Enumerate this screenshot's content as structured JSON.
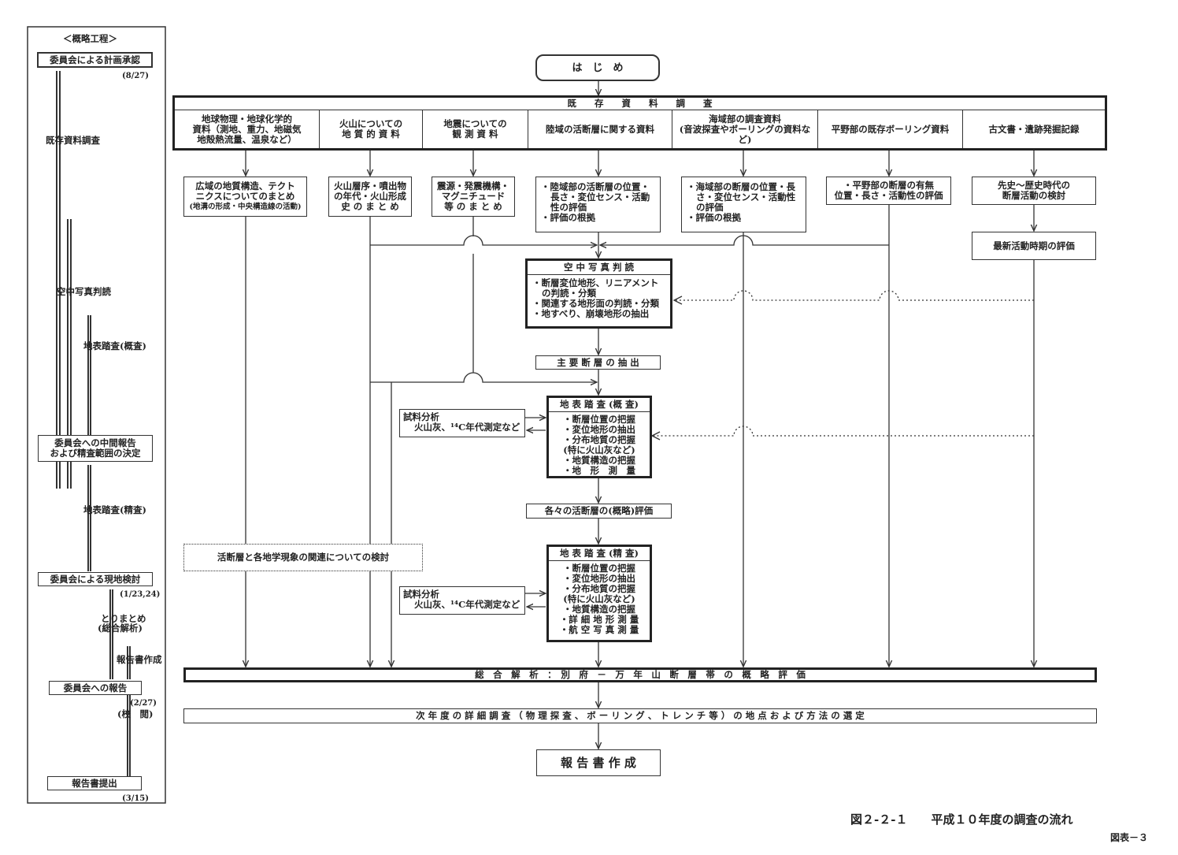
{
  "schedule": {
    "title": "＜概略工程＞",
    "approval": "委員会による計画承認",
    "approval_date": "(8/27)",
    "existing": "既存資料調査",
    "aerial": "空中写真判読",
    "survey_rough": "地表踏査(概査)",
    "interim_line1": "委員会への中間報告",
    "interim_line2": "および精査範囲の決定",
    "survey_detail": "地表踏査(精査)",
    "site_review": "委員会による現地検討",
    "site_review_date": "(1/23,24)",
    "summary_line1": "とりまとめ",
    "summary_line2": "(総合解析)",
    "report_writing": "報告書作成",
    "report_to_committee": "委員会への報告",
    "report_date": "(2/27)",
    "proofread": "(校　閲)",
    "submit": "報告書提出",
    "submit_date": "(3/15)"
  },
  "flow": {
    "start": "は　じ　め",
    "existing_header": "既　　存　　資　　料　　調　　査",
    "columns": [
      {
        "l1": "地球物理・地球化学的",
        "l2": "資料（測地、重力、地磁気",
        "l3": "地殻熱流量、温泉など）"
      },
      {
        "l1": "火山についての",
        "l2": "地 質 的 資 料"
      },
      {
        "l1": "地震についての",
        "l2": "観 測 資 料"
      },
      {
        "l1": "陸域の活断層に関する資料"
      },
      {
        "l1": "海域部の調査資料",
        "l2": "(音波探査やボーリングの資料など)"
      },
      {
        "l1": "平野部の既存ボーリング資料"
      },
      {
        "l1": "古文書・遺跡発掘記録"
      }
    ],
    "sub": {
      "regional_l1": "広域の地質構造、テクト",
      "regional_l2": "ニクスについてのまとめ",
      "regional_l3": "(地溝の形成・中央構造線の活動)",
      "volcano_l1": "火山層序・噴出物",
      "volcano_l2": "の年代・火山形成",
      "volcano_l3": "史 の ま と め",
      "quake_l1": "震源・発震機構・",
      "quake_l2": "マグニチュード",
      "quake_l3": "等 の ま と め",
      "land_l1": "・陸域部の活断層の位置・",
      "land_l2": "長さ・変位センス・活動",
      "land_l3": "性の評価",
      "land_l4": "・評価の根拠",
      "sea_l1": "・海域部の断層の位置・長",
      "sea_l2": "さ・変位センス・活動性",
      "sea_l3": "の評価",
      "sea_l4": "・評価の根拠",
      "plain_l1": "・平野部の断層の有無",
      "plain_l2": "位置・長さ・活動性の評価",
      "history_l1": "先史～歴史時代の",
      "history_l2": "断層活動の検討",
      "latest": "最新活動時期の評価"
    },
    "aerial": {
      "title": "空 中 写 真 判 読",
      "l1": "・断層変位地形、リニアメント",
      "l2": "の判読・分類",
      "l3": "・関連する地形面の判読・分類",
      "l4": "・地すべり、崩壊地形の抽出"
    },
    "main_faults": "主 要 断 層 の 抽 出",
    "rough": {
      "title": "地 表 踏 査 (概 査)",
      "l1": "・断層位置の把握",
      "l2": "・変位地形の抽出",
      "l3": "・分布地質の把握",
      "l4": "(特に火山灰など)",
      "l5": "・地質構造の把握",
      "l6": "・地　形　測　量"
    },
    "sample1_l1": "試料分析",
    "sample1_l2": "火山灰、¹⁴C年代測定など",
    "evaluation": "各々の活断層の(概略)評価",
    "relation": "活断層と各地学現象の関連についての検討",
    "detail": {
      "title": "地 表 踏 査 (精 査)",
      "l1": "・断層位置の把握",
      "l2": "・変位地形の抽出",
      "l3": "・分布地質の把握",
      "l4": "(特に火山灰など)",
      "l5": "・地質構造の把握",
      "l6": "・詳 細 地 形 測 量",
      "l7": "・航 空 写 真 測 量"
    },
    "sample2_l1": "試料分析",
    "sample2_l2": "火山灰、¹⁴C年代測定など",
    "synthesis": "総　合　解　析　：　別　府　－　万　年　山　断　層　帯　の　概　略　評　価",
    "next_year": "次 年 度 の 詳 細 調 査 （ 物 理 探 査 、 ボ ー リ ン グ 、 ト レ ン チ 等 ） の 地 点 お よ び 方 法 の 選 定",
    "report": "報 告 書 作 成"
  },
  "caption": {
    "figure": "図２-２-１　　平成１０年度の調査の流れ",
    "page": "図表－３"
  }
}
